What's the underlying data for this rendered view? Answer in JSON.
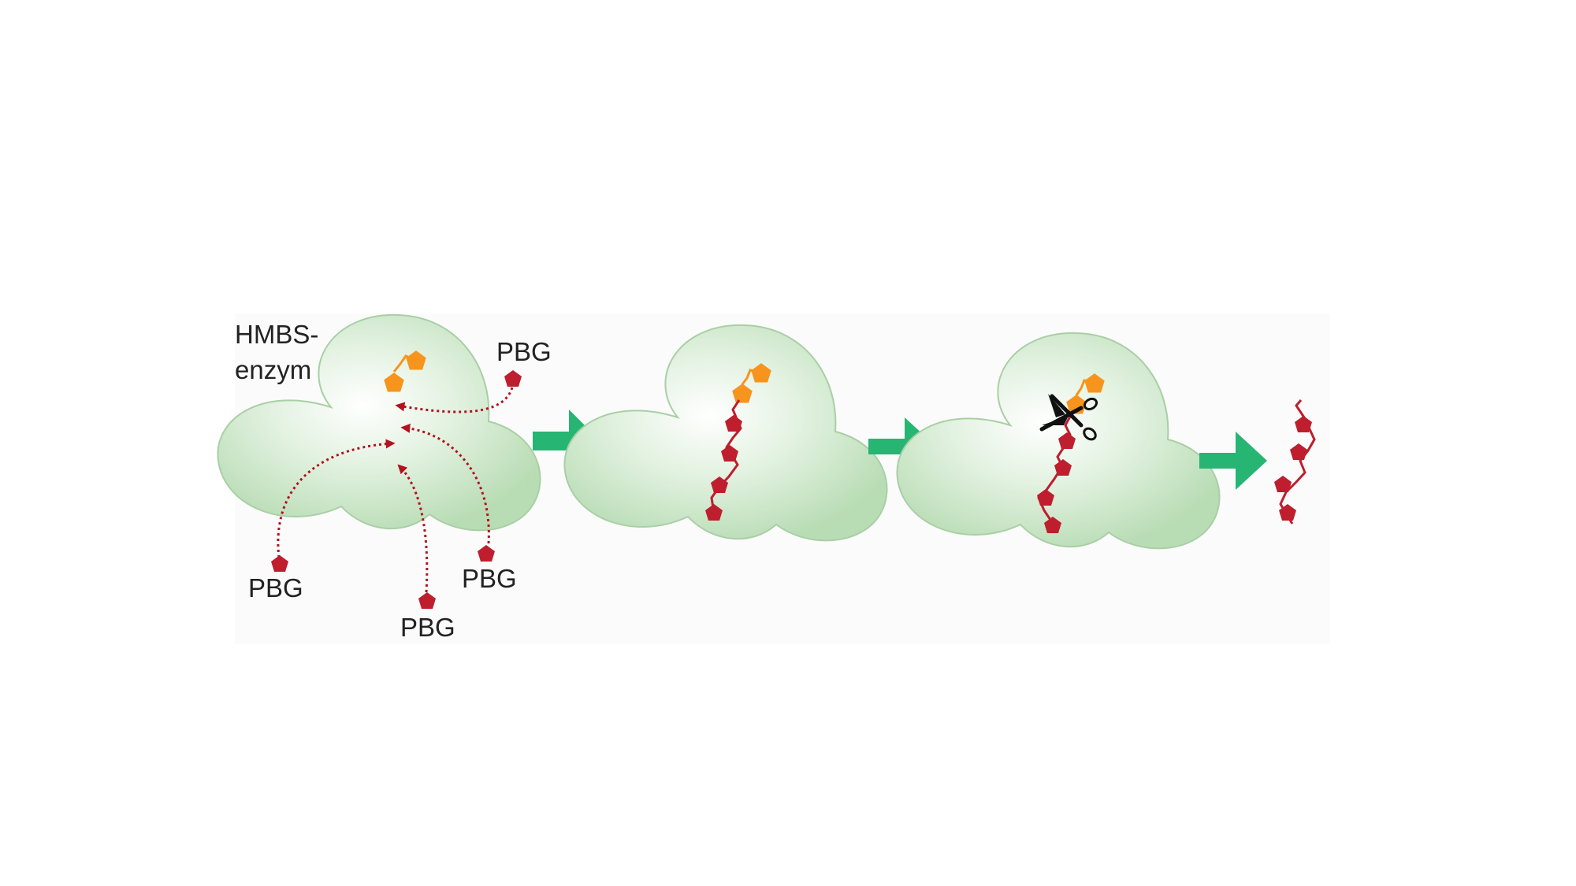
{
  "labels": {
    "enzyme_line1": "HMBS-",
    "enzyme_line2": "enzym",
    "pbg": "PBG"
  },
  "colors": {
    "enzyme_fill_center": "#ffffff",
    "enzyme_fill_edge": "#b8dcb4",
    "enzyme_outline": "#a9cfa5",
    "cofactor": "#f7941d",
    "pbg": "#be1e2d",
    "flow_arrow": "#27b574",
    "scissors": "#111111",
    "dotted_arrow": "#b3121f"
  },
  "steps": [
    {
      "name": "substrate-binding",
      "pbg_count": 4
    },
    {
      "name": "chain-elongation",
      "pbg_count": 4
    },
    {
      "name": "cleavage",
      "pbg_count": 4
    },
    {
      "name": "product-release",
      "pbg_count": 4
    }
  ]
}
